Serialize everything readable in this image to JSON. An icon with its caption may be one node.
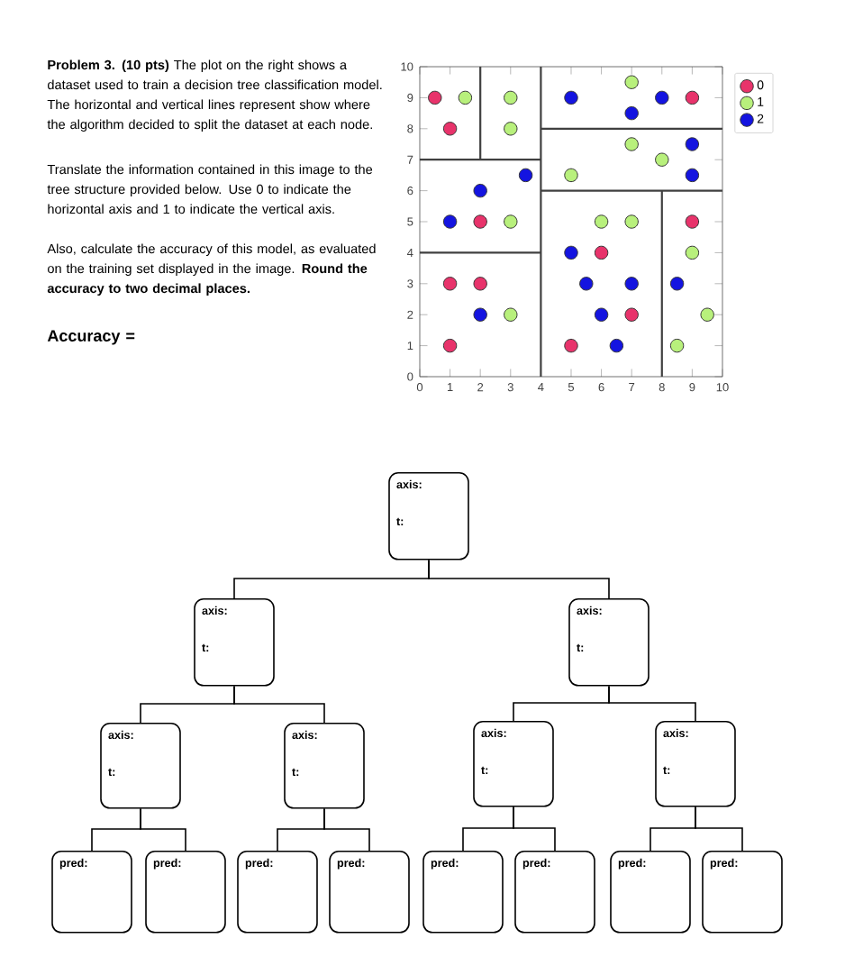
{
  "diagram": {
    "nodes": [
      {
        "text": [
          "axis:",
          "t:"
        ]
      },
      {
        "text": [
          "axis:",
          "t:"
        ]
      },
      {
        "text": [
          "axis:",
          "t:"
        ]
      },
      {
        "text": [
          "axis:",
          "t:"
        ]
      },
      {
        "text": [
          "axis:",
          "t:"
        ]
      },
      {
        "text": [
          "axis:",
          "t:"
        ]
      },
      {
        "text": [
          "axis:",
          "t:"
        ]
      },
      {
        "text": [
          "pred:"
        ]
      },
      {
        "text": [
          "pred:"
        ]
      },
      {
        "text": [
          "pred:"
        ]
      },
      {
        "text": [
          "pred:"
        ]
      },
      {
        "text": [
          "pred:"
        ]
      },
      {
        "text": [
          "pred:"
        ]
      },
      {
        "text": [
          "pred:"
        ]
      },
      {
        "text": [
          "pred:"
        ]
      }
    ],
    "edges": [
      {
        "from": 0,
        "to": 1,
        "arrow": "none"
      },
      {
        "from": 0,
        "to": 2,
        "arrow": "none"
      },
      {
        "from": 1,
        "to": 3,
        "arrow": "none"
      },
      {
        "from": 1,
        "to": 4,
        "arrow": "none"
      },
      {
        "from": 2,
        "to": 5,
        "arrow": "none"
      },
      {
        "from": 2,
        "to": 6,
        "arrow": "none"
      },
      {
        "from": 3,
        "to": 7,
        "arrow": "none"
      },
      {
        "from": 3,
        "to": 8,
        "arrow": "none"
      },
      {
        "from": 4,
        "to": 9,
        "arrow": "none"
      },
      {
        "from": 4,
        "to": 10,
        "arrow": "none"
      },
      {
        "from": 5,
        "to": 11,
        "arrow": "none"
      },
      {
        "from": 5,
        "to": 12,
        "arrow": "none"
      },
      {
        "from": 6,
        "to": 13,
        "arrow": "none"
      },
      {
        "from": 6,
        "to": 14,
        "arrow": "none"
      }
    ],
    "labels": [
      "**Problem 3.  (10 pts)** The plot on the right shows a dataset used to train a decision tree classification model. The horizontal and vertical lines represent show where the algorithm decided to split the dataset at each node.",
      "Translate the information contained in this image to the tree structure provided below. Use 0 to indicate the horizontal axis and 1 to indicate the vertical axis.",
      "Also, calculate the accuracy of this model, as evaluated on the training set displayed in the image. **Round the accuracy to two decimal places.**",
      "Accuracy ="
    ],
    "chart_data": {
      "type": "scatter",
      "xlim": [
        0,
        10
      ],
      "ylim": [
        0,
        10
      ],
      "legend": "right",
      "xticks": [
        0,
        1,
        2,
        3,
        4,
        5,
        6,
        7,
        8,
        9,
        10
      ],
      "yticks": [
        0,
        1,
        2,
        3,
        4,
        5,
        6,
        7,
        8,
        9,
        10
      ],
      "series": [
        {
          "name": "0",
          "color": "#e8336b",
          "x": [
            0.5,
            1,
            2,
            1,
            2,
            1,
            6,
            7,
            5,
            9,
            9
          ],
          "values": [
            9,
            8,
            5,
            3,
            3,
            1,
            4,
            2,
            1,
            9,
            5
          ]
        },
        {
          "name": "1",
          "color": "#b8f07c",
          "x": [
            1.5,
            3,
            3,
            7,
            7,
            8,
            5,
            3,
            6,
            7,
            9,
            3,
            9.5,
            8.5
          ],
          "values": [
            9,
            9,
            8,
            9.5,
            7.5,
            7,
            6.5,
            5,
            5,
            5,
            4,
            2,
            2,
            1
          ]
        },
        {
          "name": "2",
          "color": "#1414e0",
          "x": [
            5,
            8,
            7,
            9,
            9,
            3.5,
            2,
            1,
            5,
            5.5,
            7,
            8.5,
            2,
            6,
            6.5
          ],
          "values": [
            9,
            9,
            8.5,
            7.5,
            6.5,
            6.5,
            6,
            5,
            4,
            3,
            3,
            3,
            2,
            2,
            1
          ]
        },
        {
          "type": "line",
          "color": "#404040",
          "x": [
            4,
            4
          ],
          "values": [
            0,
            10
          ]
        },
        {
          "type": "line",
          "color": "#404040",
          "x": [
            0,
            4
          ],
          "values": [
            4,
            4
          ]
        },
        {
          "type": "line",
          "color": "#404040",
          "x": [
            0,
            4
          ],
          "values": [
            7,
            7
          ]
        },
        {
          "type": "line",
          "color": "#404040",
          "x": [
            2,
            2
          ],
          "values": [
            7,
            10
          ]
        },
        {
          "type": "line",
          "color": "#404040",
          "x": [
            4,
            10
          ],
          "values": [
            6,
            6
          ]
        },
        {
          "type": "line",
          "color": "#404040",
          "x": [
            4,
            10
          ],
          "values": [
            8,
            8
          ]
        },
        {
          "type": "line",
          "color": "#404040",
          "x": [
            8,
            8
          ],
          "values": [
            0,
            6
          ]
        }
      ]
    }
  }
}
